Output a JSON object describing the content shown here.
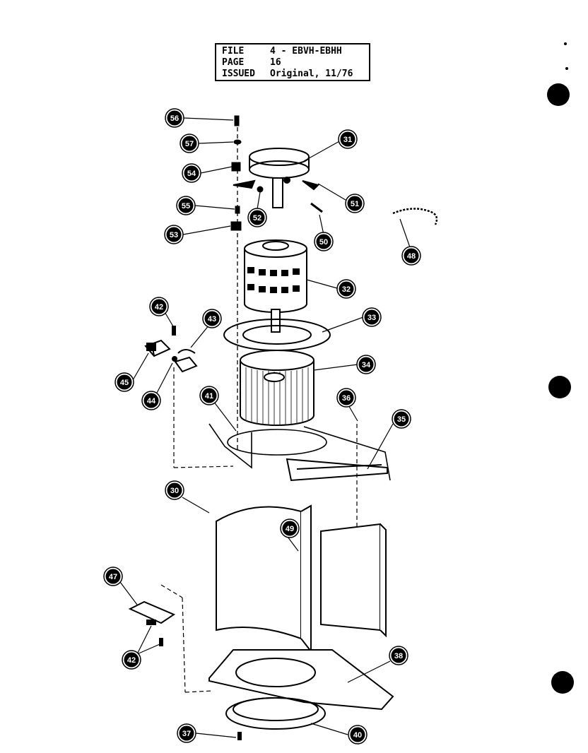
{
  "header": {
    "file_label": "FILE",
    "file_value": "4 - EBVH-EBHH",
    "page_label": "PAGE",
    "page_value": "16",
    "issued_label": "ISSUED",
    "issued_value": "Original, 11/76"
  },
  "callouts": [
    {
      "id": "c56",
      "label": "56"
    },
    {
      "id": "c57",
      "label": "57"
    },
    {
      "id": "c54",
      "label": "54"
    },
    {
      "id": "c55",
      "label": "55"
    },
    {
      "id": "c53",
      "label": "53"
    },
    {
      "id": "c52",
      "label": "52"
    },
    {
      "id": "c31",
      "label": "31"
    },
    {
      "id": "c51",
      "label": "51"
    },
    {
      "id": "c50",
      "label": "50"
    },
    {
      "id": "c48",
      "label": "48"
    },
    {
      "id": "c32",
      "label": "32"
    },
    {
      "id": "c33",
      "label": "33"
    },
    {
      "id": "c42a",
      "label": "42"
    },
    {
      "id": "c43",
      "label": "43"
    },
    {
      "id": "c45",
      "label": "45"
    },
    {
      "id": "c44",
      "label": "44"
    },
    {
      "id": "c34",
      "label": "34"
    },
    {
      "id": "c41",
      "label": "41"
    },
    {
      "id": "c36",
      "label": "36"
    },
    {
      "id": "c35",
      "label": "35"
    },
    {
      "id": "c30",
      "label": "30"
    },
    {
      "id": "c49",
      "label": "49"
    },
    {
      "id": "c47",
      "label": "47"
    },
    {
      "id": "c42b",
      "label": "42"
    },
    {
      "id": "c38",
      "label": "38"
    },
    {
      "id": "c37",
      "label": "37"
    },
    {
      "id": "c40",
      "label": "40"
    }
  ]
}
